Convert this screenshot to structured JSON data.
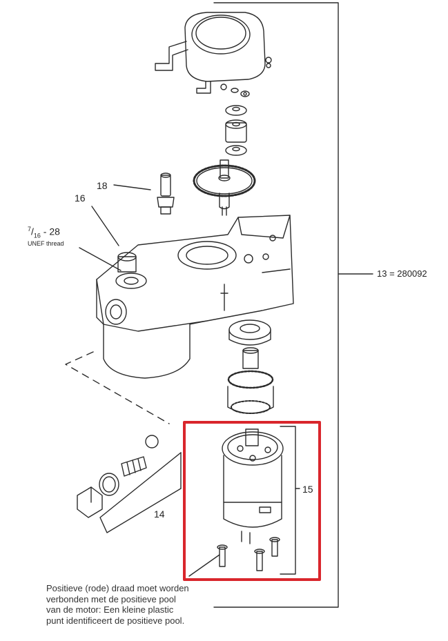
{
  "labels": {
    "assembly": "13 = 280092",
    "motor": "15",
    "detent": "14",
    "part16": "16",
    "part18": "18",
    "thread_fraction_num": "7",
    "thread_fraction_den": "16",
    "thread_rest": " - 28",
    "thread_note": "UNEF thread"
  },
  "caption": [
    "Positieve (rode) draad moet worden",
    "verbonden met de positieve pool",
    "van de motor: Een kleine plastic",
    "punt identificeert de positieve pool."
  ],
  "colors": {
    "highlight": "#d9262c",
    "line": "#2a2a2a"
  }
}
